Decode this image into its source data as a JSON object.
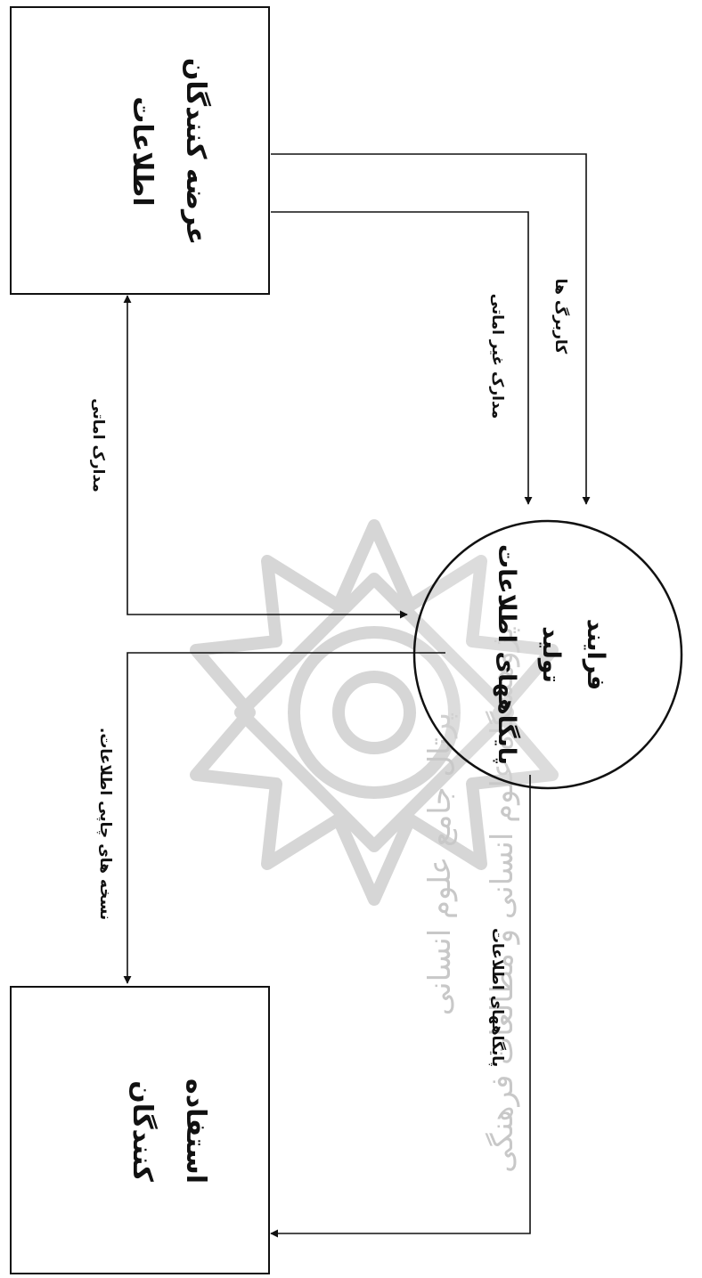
{
  "diagram": {
    "boxes": {
      "suppliers": {
        "lines": [
          "عرضه کنندگان",
          "اطلاعات"
        ]
      },
      "consumers": {
        "lines": [
          "استفاده",
          "کنندگان"
        ]
      }
    },
    "process": {
      "lines": [
        "فرایند",
        "تولید",
        "پایگاههای اطلاعات"
      ]
    },
    "flows": {
      "deposit_docs": "مدارک اماتی",
      "non_deposit_docs": "مدارک غیر اماتی",
      "worksheets": "کاربرگ ها",
      "printed_copies": "نسخه های چاپی اطلاعات.",
      "databases": "پایگاههای اطلاعات"
    }
  },
  "watermark": {
    "line1": "پژوهشگاه علوم انسانی و مطالعات فرهنگی",
    "line2": "پرتال جامع علوم انسانی"
  }
}
